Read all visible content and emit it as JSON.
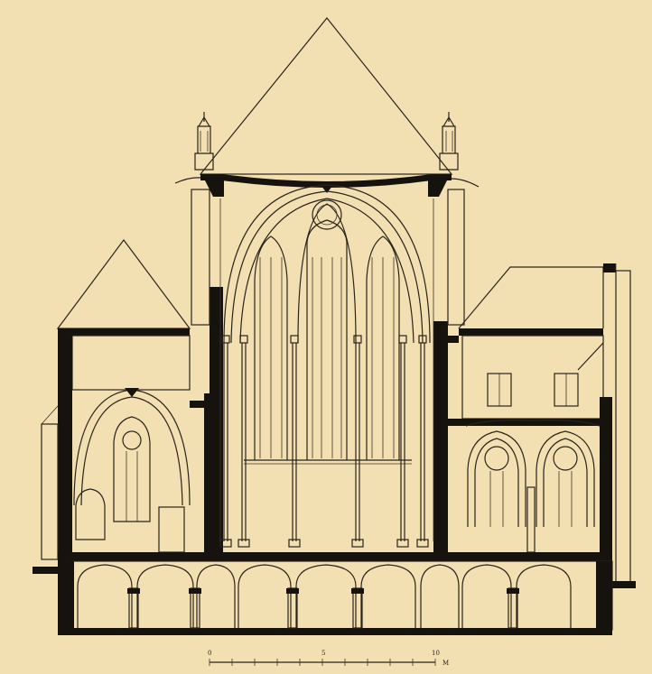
{
  "drawing": {
    "subject": "",
    "paper_color": "#f2e0b3",
    "ink_color": "#2a2418",
    "fill_color": "#16130e"
  },
  "scale_bar": {
    "labels": [
      "0",
      "5",
      "10"
    ],
    "unit": "M"
  }
}
